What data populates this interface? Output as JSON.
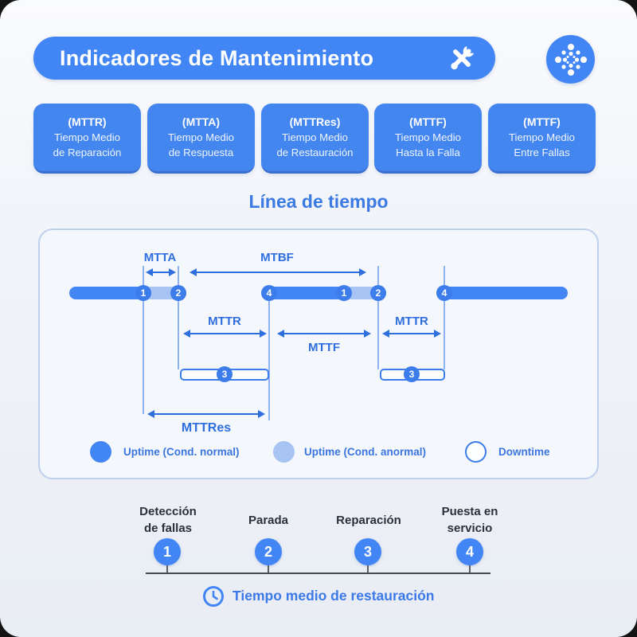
{
  "header": {
    "title": "Indicadores de Mantenimiento",
    "title_icon": "tools-icon",
    "logo_icon": "dot-cluster-logo"
  },
  "cards": [
    {
      "abbr": "(MTTR)",
      "line1": "Tiempo Medio",
      "line2": "de Reparación"
    },
    {
      "abbr": "(MTTA)",
      "line1": "Tiempo Medio",
      "line2": "de Respuesta"
    },
    {
      "abbr": "(MTTRes)",
      "line1": "Tiempo Medio",
      "line2": "de Restauración"
    },
    {
      "abbr": "(MTTF)",
      "line1": "Tiempo Medio",
      "line2": "Hasta la Falla"
    },
    {
      "abbr": "(MTTF)",
      "line1": "Tiempo Medio",
      "line2": "Entre Fallas"
    }
  ],
  "section": {
    "title": "Línea de tiempo"
  },
  "diagram": {
    "labels": {
      "mtta": "MTTA",
      "mtbf": "MTBF",
      "mttr_left": "MTTR",
      "mttf": "MTTF",
      "mttr_right": "MTTR",
      "mttres": "MTTRes"
    },
    "bar_nodes": [
      "1",
      "2",
      "4",
      "1",
      "2",
      "4"
    ],
    "downtime_nodes": [
      "3",
      "3"
    ],
    "legend": [
      {
        "label": "Uptime (Cond. normal)",
        "swatch": "uptime-normal"
      },
      {
        "label": "Uptime (Cond. anormal)",
        "swatch": "uptime-anormal"
      },
      {
        "label": "Downtime",
        "swatch": "downtime"
      }
    ]
  },
  "steps": [
    {
      "num": "1",
      "line1": "Detección",
      "line2": "de fallas"
    },
    {
      "num": "2",
      "line1": "Parada",
      "line2": ""
    },
    {
      "num": "3",
      "line1": "Reparación",
      "line2": ""
    },
    {
      "num": "4",
      "line1": "Puesta en",
      "line2": "servicio"
    }
  ],
  "footer": {
    "label": "Tiempo medio de restauración",
    "icon": "clock-icon"
  },
  "colors": {
    "primary": "#4285f4",
    "uptime_normal": "#4285f4",
    "uptime_anormal": "#a7c4f2",
    "downtime_outline": "#3d7ceb",
    "metric_label": "#2f6fdd",
    "section_title": "#3b79e3",
    "step_text": "#2a313c",
    "axis": "#454b52",
    "page_bg": "#edf1f7"
  }
}
